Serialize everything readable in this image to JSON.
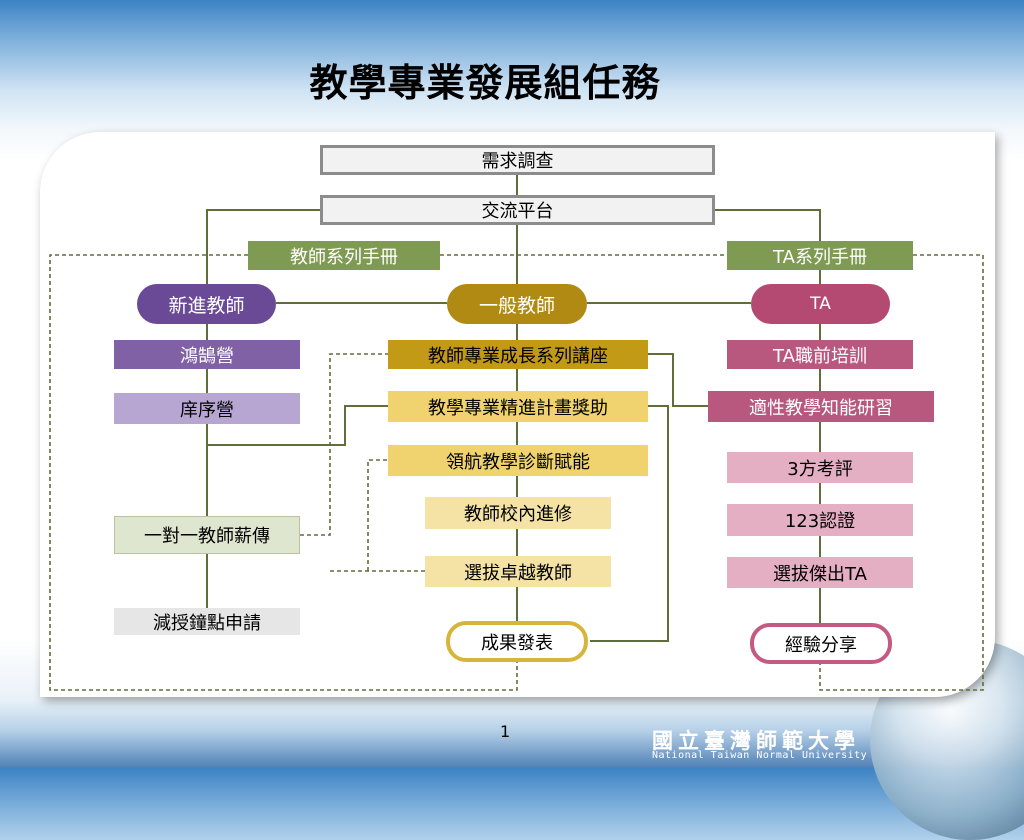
{
  "title": "教學專業發展組任務",
  "page_number": "1",
  "university": {
    "name_zh": "國立臺灣師範大學",
    "name_en": "National Taiwan Normal University"
  },
  "top": {
    "needs_survey": "需求調查",
    "exchange_platform": "交流平台"
  },
  "handbooks": {
    "teacher": "教師系列手冊",
    "ta": "TA系列手冊"
  },
  "new_teacher": {
    "title": "新進教師",
    "items": [
      "鴻鵠營",
      "庠序營",
      "一對一教師薪傳",
      "減授鐘點申請"
    ]
  },
  "general_teacher": {
    "title": "一般教師",
    "items": [
      "教師專業成長系列講座",
      "教學專業精進計畫獎助",
      "領航教學診斷賦能",
      "教師校內進修",
      "選拔卓越教師"
    ],
    "outcome": "成果發表"
  },
  "ta": {
    "title": "TA",
    "items": [
      "TA職前培訓",
      "適性教學知能研習",
      "3方考評",
      "123認證",
      "選拔傑出TA"
    ],
    "outcome": "經驗分享"
  }
}
